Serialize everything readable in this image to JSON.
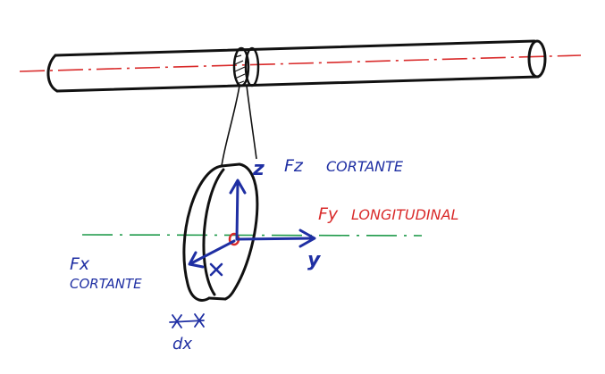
{
  "labels": {
    "fz_symbol": "Fz",
    "fz_text": "CORTANTE",
    "fy_symbol": "Fy",
    "fy_text": "LONGITUDINAL",
    "fx_symbol": "Fx",
    "fx_text": "CORTANTE",
    "axis_z": "z",
    "axis_y": "y",
    "axis_x": "x",
    "dx": "dx"
  },
  "colors": {
    "ink": "#111111",
    "blue": "#1f2fa3",
    "red": "#d92b2b",
    "green": "#1f9a4a"
  }
}
